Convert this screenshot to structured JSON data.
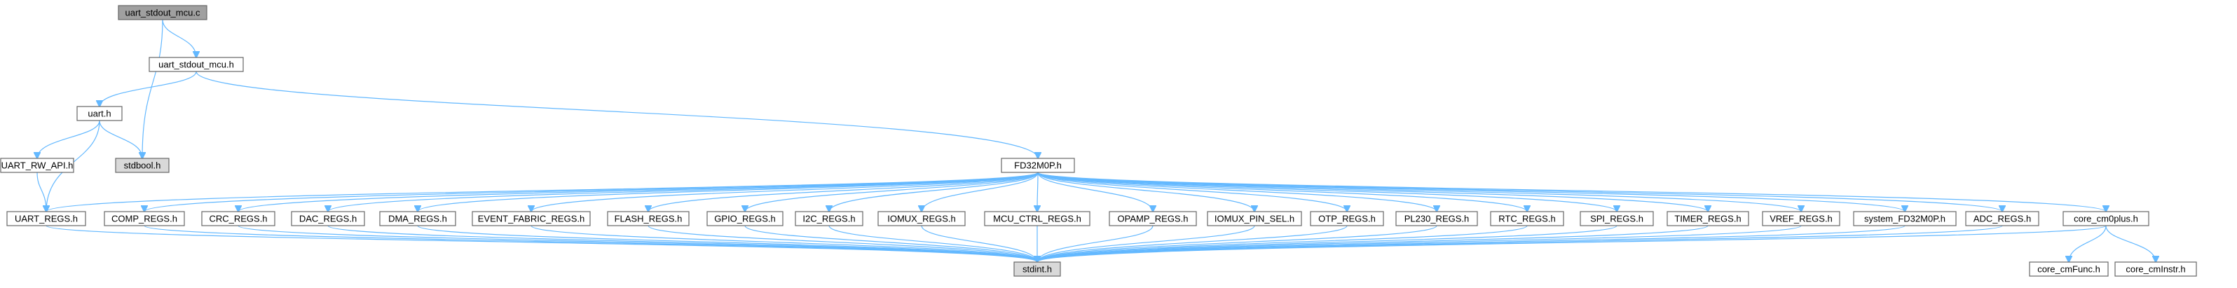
{
  "nodes": [
    {
      "id": "uart_stdout_mcu_c",
      "label": "uart_stdout_mcu.c",
      "style": "root"
    },
    {
      "id": "uart_stdout_mcu_h",
      "label": "uart_stdout_mcu.h",
      "style": "normal"
    },
    {
      "id": "uart_h",
      "label": "uart.h",
      "style": "normal"
    },
    {
      "id": "stdbool_h",
      "label": "stdbool.h",
      "style": "gray"
    },
    {
      "id": "UART_RW_API_h",
      "label": "UART_RW_API.h",
      "style": "normal"
    },
    {
      "id": "UART_REGS_h",
      "label": "UART_REGS.h",
      "style": "normal"
    },
    {
      "id": "FD32M0P_h",
      "label": "FD32M0P.h",
      "style": "normal"
    },
    {
      "id": "COMP_REGS_h",
      "label": "COMP_REGS.h",
      "style": "normal"
    },
    {
      "id": "CRC_REGS_h",
      "label": "CRC_REGS.h",
      "style": "normal"
    },
    {
      "id": "DAC_REGS_h",
      "label": "DAC_REGS.h",
      "style": "normal"
    },
    {
      "id": "DMA_REGS_h",
      "label": "DMA_REGS.h",
      "style": "normal"
    },
    {
      "id": "EVENT_FABRIC_REGS_h",
      "label": "EVENT_FABRIC_REGS.h",
      "style": "normal"
    },
    {
      "id": "FLASH_REGS_h",
      "label": "FLASH_REGS.h",
      "style": "normal"
    },
    {
      "id": "GPIO_REGS_h",
      "label": "GPIO_REGS.h",
      "style": "normal"
    },
    {
      "id": "I2C_REGS_h",
      "label": "I2C_REGS.h",
      "style": "normal"
    },
    {
      "id": "IOMUX_REGS_h",
      "label": "IOMUX_REGS.h",
      "style": "normal"
    },
    {
      "id": "MCU_CTRL_REGS_h",
      "label": "MCU_CTRL_REGS.h",
      "style": "normal"
    },
    {
      "id": "OPAMP_REGS_h",
      "label": "OPAMP_REGS.h",
      "style": "normal"
    },
    {
      "id": "IOMUX_PIN_SEL_h",
      "label": "IOMUX_PIN_SEL.h",
      "style": "normal"
    },
    {
      "id": "OTP_REGS_h",
      "label": "OTP_REGS.h",
      "style": "normal"
    },
    {
      "id": "PL230_REGS_h",
      "label": "PL230_REGS.h",
      "style": "normal"
    },
    {
      "id": "RTC_REGS_h",
      "label": "RTC_REGS.h",
      "style": "normal"
    },
    {
      "id": "SPI_REGS_h",
      "label": "SPI_REGS.h",
      "style": "normal"
    },
    {
      "id": "TIMER_REGS_h",
      "label": "TIMER_REGS.h",
      "style": "normal"
    },
    {
      "id": "VREF_REGS_h",
      "label": "VREF_REGS.h",
      "style": "normal"
    },
    {
      "id": "system_FD32M0P_h",
      "label": "system_FD32M0P.h",
      "style": "normal"
    },
    {
      "id": "ADC_REGS_h",
      "label": "ADC_REGS.h",
      "style": "normal"
    },
    {
      "id": "core_cm0plus_h",
      "label": "core_cm0plus.h",
      "style": "normal"
    },
    {
      "id": "stdint_h",
      "label": "stdint.h",
      "style": "gray"
    },
    {
      "id": "core_cmFunc_h",
      "label": "core_cmFunc.h",
      "style": "normal"
    },
    {
      "id": "core_cmInstr_h",
      "label": "core_cmInstr.h",
      "style": "normal"
    }
  ],
  "edges": [
    [
      "uart_stdout_mcu_c",
      "uart_stdout_mcu_h"
    ],
    [
      "uart_stdout_mcu_c",
      "stdbool_h"
    ],
    [
      "uart_stdout_mcu_h",
      "uart_h"
    ],
    [
      "uart_stdout_mcu_h",
      "FD32M0P_h"
    ],
    [
      "uart_h",
      "UART_RW_API_h"
    ],
    [
      "uart_h",
      "stdbool_h"
    ],
    [
      "uart_h",
      "UART_REGS_h"
    ],
    [
      "UART_RW_API_h",
      "UART_REGS_h"
    ],
    [
      "FD32M0P_h",
      "UART_REGS_h"
    ],
    [
      "FD32M0P_h",
      "COMP_REGS_h"
    ],
    [
      "FD32M0P_h",
      "CRC_REGS_h"
    ],
    [
      "FD32M0P_h",
      "DAC_REGS_h"
    ],
    [
      "FD32M0P_h",
      "DMA_REGS_h"
    ],
    [
      "FD32M0P_h",
      "EVENT_FABRIC_REGS_h"
    ],
    [
      "FD32M0P_h",
      "FLASH_REGS_h"
    ],
    [
      "FD32M0P_h",
      "GPIO_REGS_h"
    ],
    [
      "FD32M0P_h",
      "I2C_REGS_h"
    ],
    [
      "FD32M0P_h",
      "IOMUX_REGS_h"
    ],
    [
      "FD32M0P_h",
      "MCU_CTRL_REGS_h"
    ],
    [
      "FD32M0P_h",
      "OPAMP_REGS_h"
    ],
    [
      "FD32M0P_h",
      "IOMUX_PIN_SEL_h"
    ],
    [
      "FD32M0P_h",
      "OTP_REGS_h"
    ],
    [
      "FD32M0P_h",
      "PL230_REGS_h"
    ],
    [
      "FD32M0P_h",
      "RTC_REGS_h"
    ],
    [
      "FD32M0P_h",
      "SPI_REGS_h"
    ],
    [
      "FD32M0P_h",
      "TIMER_REGS_h"
    ],
    [
      "FD32M0P_h",
      "VREF_REGS_h"
    ],
    [
      "FD32M0P_h",
      "system_FD32M0P_h"
    ],
    [
      "FD32M0P_h",
      "ADC_REGS_h"
    ],
    [
      "FD32M0P_h",
      "core_cm0plus_h"
    ],
    [
      "UART_REGS_h",
      "stdint_h"
    ],
    [
      "COMP_REGS_h",
      "stdint_h"
    ],
    [
      "CRC_REGS_h",
      "stdint_h"
    ],
    [
      "DAC_REGS_h",
      "stdint_h"
    ],
    [
      "DMA_REGS_h",
      "stdint_h"
    ],
    [
      "EVENT_FABRIC_REGS_h",
      "stdint_h"
    ],
    [
      "FLASH_REGS_h",
      "stdint_h"
    ],
    [
      "GPIO_REGS_h",
      "stdint_h"
    ],
    [
      "I2C_REGS_h",
      "stdint_h"
    ],
    [
      "IOMUX_REGS_h",
      "stdint_h"
    ],
    [
      "MCU_CTRL_REGS_h",
      "stdint_h"
    ],
    [
      "OPAMP_REGS_h",
      "stdint_h"
    ],
    [
      "IOMUX_PIN_SEL_h",
      "stdint_h"
    ],
    [
      "OTP_REGS_h",
      "stdint_h"
    ],
    [
      "PL230_REGS_h",
      "stdint_h"
    ],
    [
      "RTC_REGS_h",
      "stdint_h"
    ],
    [
      "SPI_REGS_h",
      "stdint_h"
    ],
    [
      "TIMER_REGS_h",
      "stdint_h"
    ],
    [
      "VREF_REGS_h",
      "stdint_h"
    ],
    [
      "system_FD32M0P_h",
      "stdint_h"
    ],
    [
      "ADC_REGS_h",
      "stdint_h"
    ],
    [
      "core_cm0plus_h",
      "stdint_h"
    ],
    [
      "core_cm0plus_h",
      "core_cmFunc_h"
    ],
    [
      "core_cm0plus_h",
      "core_cmInstr_h"
    ]
  ],
  "colors": {
    "edge": "#63b8ff",
    "node_border": "#666666",
    "root_fill": "#a0a0a0",
    "gray_fill": "#d9d9d9"
  }
}
